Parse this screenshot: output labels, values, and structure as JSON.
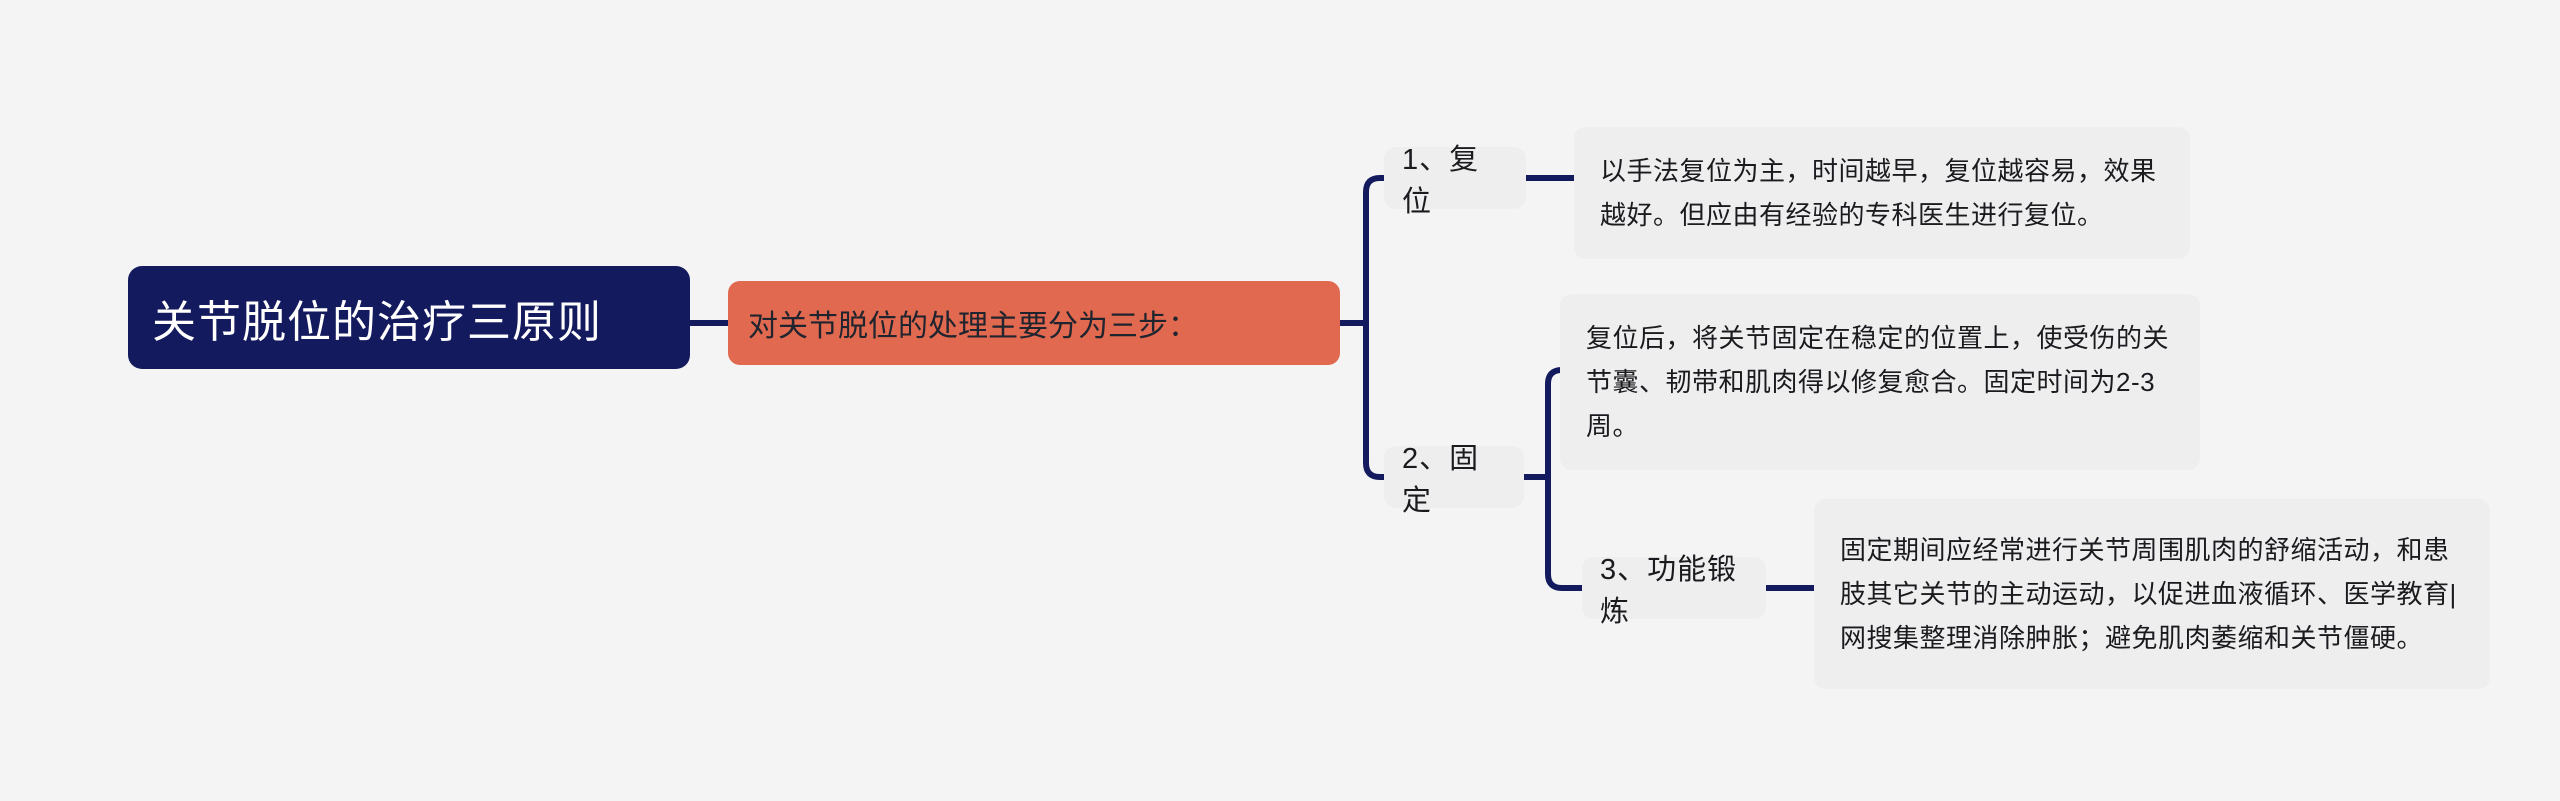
{
  "diagram": {
    "type": "mindmap",
    "background_color": "#f4f4f4",
    "root": {
      "label": "关节脱位的治疗三原则",
      "fill_color": "#141a5e",
      "text_color": "#ffffff"
    },
    "level1": {
      "label": "对关节脱位的处理主要分为三步：",
      "fill_color": "#e0694f",
      "text_color": "#20242e"
    },
    "connector_color": "#141a5e",
    "branches": [
      {
        "label": "1、复位",
        "detail": "以手法复位为主，时间越早，复位越容易，效果越好。但应由有经验的专科医生进行复位。"
      },
      {
        "label": "2、固定",
        "detail": "复位后，将关节固定在稳定的位置上，使受伤的关节囊、韧带和肌肉得以修复愈合。固定时间为2-3周。"
      },
      {
        "label": "3、功能锻炼",
        "detail": "固定期间应经常进行关节周围肌肉的舒缩活动，和患肢其它关节的主动运动，以促进血液循环、医学教育|网搜集整理消除肿胀；避免肌肉萎缩和关节僵硬。"
      }
    ]
  }
}
